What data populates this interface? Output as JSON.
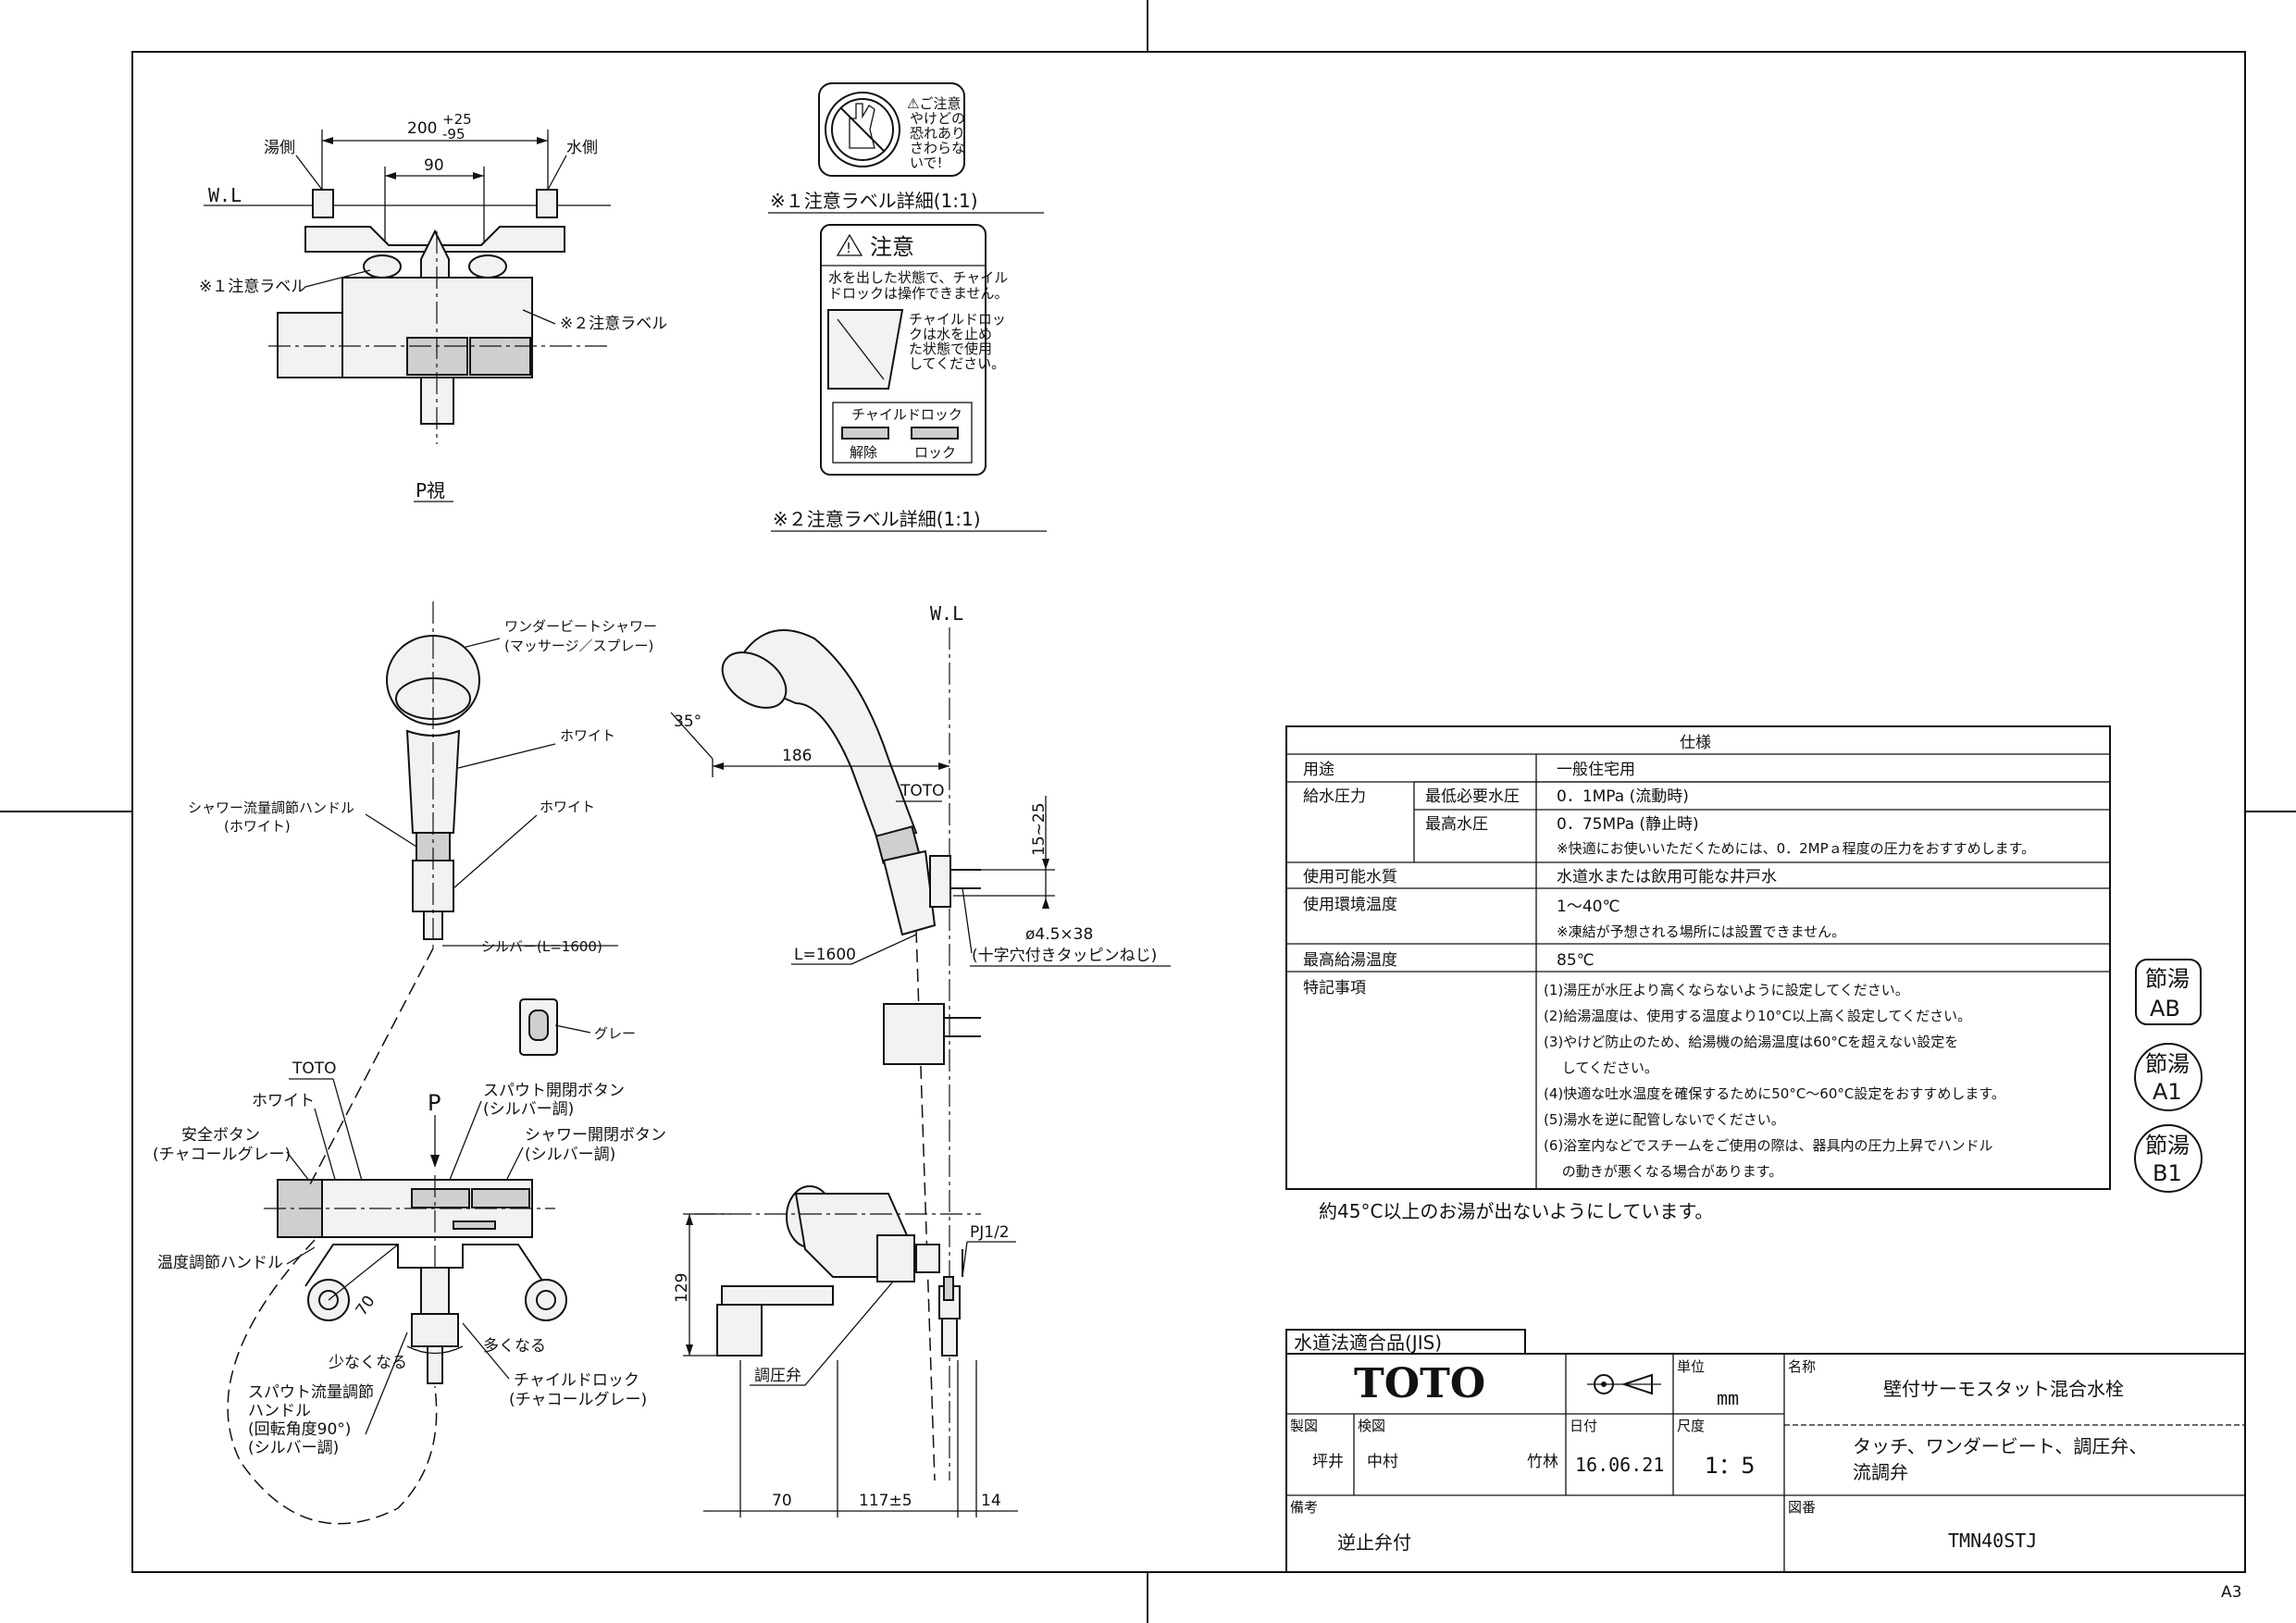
{
  "top_view": {
    "dim_total": "200",
    "dim_tol_plus": "+25",
    "dim_tol_minus": "-95",
    "dim_inner": "90",
    "hot_side": "湯側",
    "cold_side": "水側",
    "wl": "W.L",
    "label1": "※１注意ラベル",
    "label2": "※２注意ラベル",
    "view_label": "P視"
  },
  "caution_label_1": {
    "text_lines": [
      "⚠ご注意",
      "やけどの",
      "恐れあり",
      "さわらな",
      "いで!"
    ],
    "caption": "※１注意ラベル詳細(1:1)"
  },
  "caution_label_2": {
    "title": "注意",
    "line1": "水を出した状態で、チャイル",
    "line2": "ドロックは操作できません。",
    "note_lines": [
      "チャイルドロッ",
      "クは水を止め",
      "た状態で使用",
      "してください。"
    ],
    "lock_title": "チャイルドロック",
    "release": "解除",
    "lock": "ロック",
    "caption": "※２注意ラベル詳細(1:1)"
  },
  "shower_view": {
    "shower_name": "ワンダービートシャワー",
    "shower_mode": "(マッサージ／スプレー)",
    "white1": "ホワイト",
    "white2": "ホワイト",
    "flow_handle": "シャワー流量調節ハンドル",
    "flow_handle_color": "(ホワイト)",
    "silver": "シルバー(L=1600)",
    "grey": "グレー"
  },
  "side_view": {
    "wl": "W.L",
    "angle": "35°",
    "dim_186": "186",
    "toto": "TOTO",
    "dim_15_25": "15~25",
    "hose": "L=1600",
    "screw": "ø4.5×38",
    "screw_note": "(十字穴付きタッピンねじ)",
    "pj": "PJ1/2",
    "dim_129": "129",
    "regulator": "調圧弁",
    "dim_70": "70",
    "dim_117": "117±5",
    "dim_14": "14"
  },
  "front_view": {
    "toto": "TOTO",
    "white": "ホワイト",
    "safety": "安全ボタン",
    "safety_color": "(チャコールグレー)",
    "p": "P",
    "spout_btn": "スパウト開閉ボタン",
    "spout_btn_color": "(シルバー調)",
    "shower_btn": "シャワー開閉ボタン",
    "shower_btn_color": "(シルバー調)",
    "temp_handle": "温度調節ハンドル",
    "dim_70": "70",
    "less": "少なくなる",
    "more": "多くなる",
    "child_lock": "チャイルドロック",
    "child_lock_color": "(チャコールグレー)",
    "spout_flow1": "スパウト流量調節",
    "spout_flow2": "ハンドル",
    "spout_flow3": "(回転角度90°)",
    "spout_flow4": "(シルバー調)"
  },
  "spec": {
    "title": "仕様",
    "rows": [
      {
        "label": "用途",
        "sub": "",
        "value": "一般住宅用"
      },
      {
        "label": "給水圧力",
        "sub": "最低必要水圧",
        "value": "0．1MPa (流動時)"
      },
      {
        "label": "",
        "sub": "最高水圧",
        "value": "0．75MPa (静止時)"
      },
      {
        "label": "",
        "sub": "",
        "value": "※快適にお使いいただくためには、0．2MPａ程度の圧力をおすすめします。"
      },
      {
        "label": "使用可能水質",
        "sub": "",
        "value": "水道水または飲用可能な井戸水"
      },
      {
        "label": "使用環境温度",
        "sub": "",
        "value": "1～40℃"
      },
      {
        "label": "",
        "sub": "",
        "value": "※凍結が予想される場所には設置できません。"
      },
      {
        "label": "最高給湯温度",
        "sub": "",
        "value": "85℃"
      },
      {
        "label": "特記事項",
        "sub": "",
        "value": ""
      }
    ],
    "notes": [
      "(1)湯圧が水圧より高くならないように設定してください。",
      "(2)給湯温度は、使用する温度より10°C以上高く設定してください。",
      "(3)やけど防止のため、給湯機の給湯温度は60°Cを超えない設定を",
      "　 してください。",
      "(4)快適な吐水温度を確保するために50°C～60°C設定をおすすめします。",
      "(5)湯水を逆に配管しないでください。",
      "(6)浴室内などでスチームをご使用の際は、器具内の圧力上昇でハンドル",
      "　 の動きが悪くなる場合があります。"
    ],
    "footnote": "約45°C以上のお湯が出ないようにしています。"
  },
  "badges": [
    {
      "top": "節湯",
      "bottom": "AB"
    },
    {
      "top": "節湯",
      "bottom": "A1"
    },
    {
      "top": "節湯",
      "bottom": "B1"
    }
  ],
  "title_block": {
    "jis": "水道法適合品(JIS)",
    "brand": "TOTO",
    "unit_label": "単位",
    "unit": "mm",
    "name_label": "名称",
    "name": "壁付サーモスタット混合水栓",
    "desc1": "タッチ、ワンダービート、調圧弁、",
    "desc2": "流調弁",
    "drawn_label": "製図",
    "drawn_by": "坪井",
    "checked_label": "検図",
    "checked_by1": "中村",
    "checked_by2": "竹林",
    "date_label": "日付",
    "date": "16.06.21",
    "scale_label": "尺度",
    "scale": "1：5",
    "remarks_label": "備考",
    "remarks": "逆止弁付",
    "dwg_label": "図番",
    "dwg": "TMN40STJ"
  },
  "sheet_size": "A3"
}
